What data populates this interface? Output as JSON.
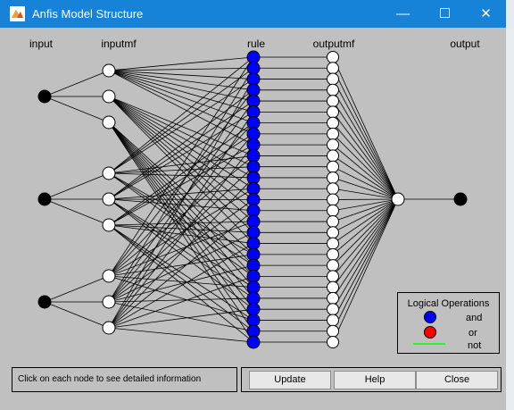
{
  "window": {
    "title": "Anfis Model Structure",
    "minimize_glyph": "—",
    "maximize_glyph": "☐",
    "close_glyph": "✕"
  },
  "columns": {
    "input": "input",
    "inputmf": "inputmf",
    "rule": "rule",
    "outputmf": "outputmf",
    "output": "output"
  },
  "network": {
    "input_count": 3,
    "inputmf_per_input": 3,
    "rule_count": 27,
    "outputmf_count": 27,
    "output_count": 1,
    "rule_color": "#0000ff",
    "input_color": "#000000",
    "mf_color": "#ffffff"
  },
  "legend": {
    "title": "Logical Operations",
    "and_label": "and",
    "or_label": "or",
    "not_label": "not",
    "and_color": "#0000ff",
    "or_color": "#ff0000",
    "not_color": "#00ff00"
  },
  "status_text": "Click on each node to see detailed information",
  "buttons": {
    "update": "Update",
    "help": "Help",
    "close": "Close"
  }
}
